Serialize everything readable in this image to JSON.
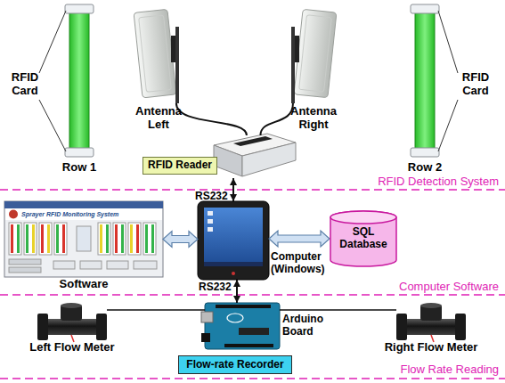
{
  "diagram": {
    "nodes": [
      {
        "text": [
          "Row 1"
        ]
      },
      {
        "text": [
          "Antenna Left"
        ]
      },
      {
        "text": [
          "Antenna Right"
        ]
      },
      {
        "text": [
          "Row 2"
        ]
      },
      {
        "text": [
          "RFID Reader"
        ]
      },
      {
        "text": [
          "Software"
        ]
      },
      {
        "text": [
          "Computer (Windows)"
        ]
      },
      {
        "text": [
          "SQL Database"
        ]
      },
      {
        "text": [
          "Left Flow Meter"
        ]
      },
      {
        "text": [
          "Arduino Board"
        ]
      },
      {
        "text": [
          "Flow-rate Recorder"
        ]
      },
      {
        "text": [
          "Right Flow Meter"
        ]
      }
    ],
    "edges": [
      {
        "from": 1,
        "to": 4,
        "arrow": "none"
      },
      {
        "from": 2,
        "to": 4,
        "arrow": "none"
      },
      {
        "from": 4,
        "to": 6,
        "arrow": "both",
        "label": "RS232"
      },
      {
        "from": 5,
        "to": 6,
        "arrow": "both"
      },
      {
        "from": 6,
        "to": 7,
        "arrow": "both"
      },
      {
        "from": 6,
        "to": 9,
        "arrow": "both",
        "label": "RS232"
      },
      {
        "from": 8,
        "to": 9,
        "arrow": "none"
      },
      {
        "from": 11,
        "to": 9,
        "arrow": "none"
      }
    ],
    "labels": [
      "RFID Card",
      "RFID Card",
      "RFID Detection System",
      "Sprayer RFID Monitoring System",
      "Computer Software",
      "Flow Rate Reading"
    ]
  }
}
